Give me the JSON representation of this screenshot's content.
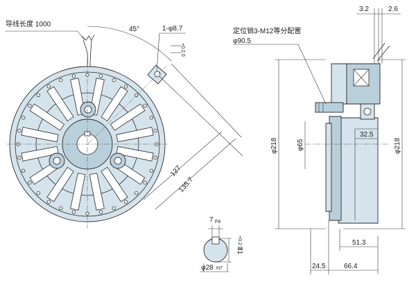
{
  "labels": {
    "lead_length": "导线长度 1000",
    "angle": "45°",
    "hole": "1-φ8.7",
    "hole_tol": "+0.2 0",
    "pins": "定位销3-M12等分配置",
    "d905": "φ90.5",
    "d218_left": "φ218",
    "d65": "φ65",
    "d218_right": "φ218",
    "r127": "127",
    "r1357": "135.7",
    "key_w": "7",
    "key_w_tol": "F8",
    "key_h": "31",
    "key_h_tol": "+0.2 0",
    "bore": "φ28",
    "bore_tol": "H7",
    "d32": "3.2",
    "d26": "2.6",
    "d325": "32.5",
    "d513": "51.3",
    "d245": "24.5",
    "d664": "66.4"
  },
  "colors": {
    "part": "#d5e3ec",
    "part_dark": "#b9cfdc",
    "line": "#2a2a2a"
  }
}
